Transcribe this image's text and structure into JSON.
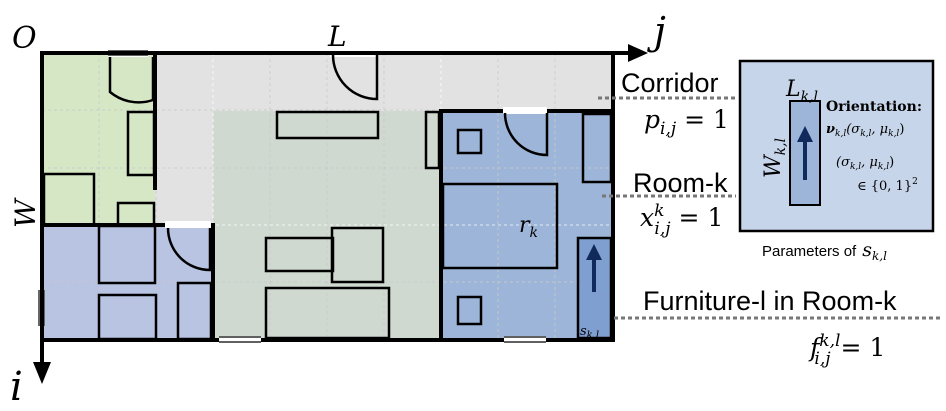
{
  "axes": {
    "origin": "O",
    "j": "j",
    "i": "i",
    "width": "W",
    "length": "L"
  },
  "legend": {
    "corridor": {
      "label": "Corridor",
      "eq_lhs": "p",
      "eq_sub": "i,j",
      "eq_rhs": "= 1"
    },
    "room": {
      "label": "Room-k",
      "eq_lhs": "x",
      "eq_sup": "k",
      "eq_sub": "i,j",
      "eq_rhs": "= 1"
    },
    "furniture": {
      "label": "Furniture-l in Room-k",
      "eq_lhs": "f",
      "eq_sup": "k,l",
      "eq_sub": "i,j",
      "eq_rhs": "= 1"
    }
  },
  "room_label": {
    "var": "r",
    "sub": "k"
  },
  "furniture_label": {
    "var": "s",
    "sub": "k,l"
  },
  "params": {
    "length_var": "L",
    "length_sub": "k,l",
    "width_var": "W",
    "width_sub": "k,l",
    "orientation_title": "Orientation:",
    "orientation_expr": "ν",
    "orientation_sub": "k,l",
    "orientation_args": "(σ",
    "orientation_args_sub1": "k,l",
    "orientation_args_mid": ", μ",
    "orientation_args_sub2": "k,l",
    "orientation_args_end": ")",
    "pair_open": "(σ",
    "pair_sub1": "k,l",
    "pair_mid": ", μ",
    "pair_sub2": "k,l",
    "pair_close": ")",
    "domain": "∈ {0, 1}",
    "domain_sup": "2",
    "caption_prefix": "Parameters of",
    "caption_var": "s",
    "caption_sub": "k,l"
  },
  "colors": {
    "corridor": "#e2e2e2",
    "green_room": "#d6e7c6",
    "blue_room": "#b8c4e2",
    "gray_green_room": "#cfd9d0",
    "right_room": "#9db5d8",
    "furniture": "#7f9fd0",
    "param_box": "#c7d5ea",
    "arrow": "#102a5c"
  }
}
